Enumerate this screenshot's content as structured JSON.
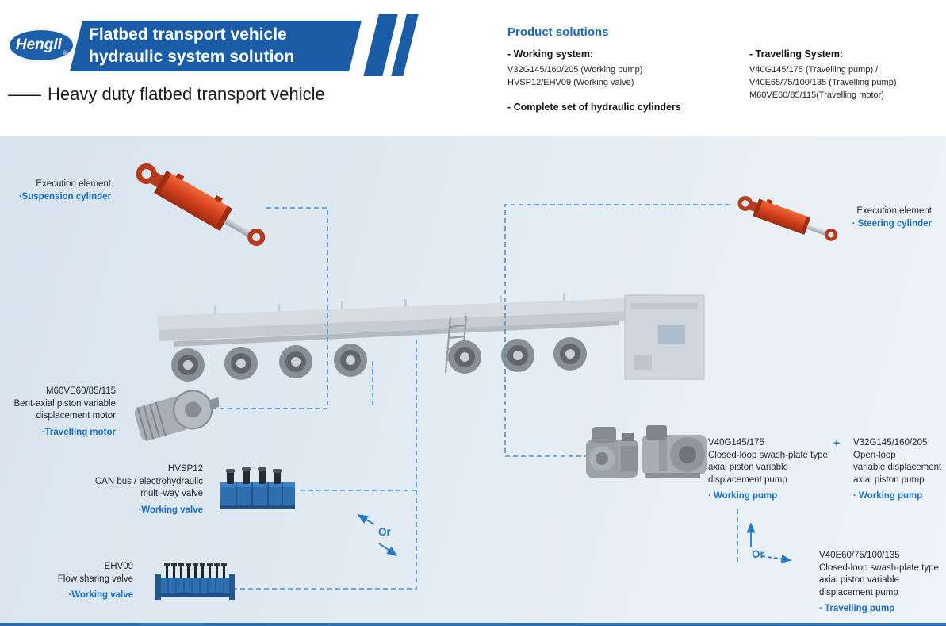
{
  "page": {
    "brand": "Hengli",
    "brand_reg": "®",
    "title_line1": "Flatbed transport vehicle",
    "title_line2": "hydraulic system solution",
    "subtitle_dash": "——",
    "subtitle": "Heavy duty flatbed transport vehicle"
  },
  "solutions": {
    "title": "Product solutions",
    "working": {
      "heading": "- Working system:",
      "lines": [
        "V32G145/160/205 (Working pump)",
        "HVSP12/EHV09 (Working valve)"
      ]
    },
    "complete": "- Complete set of hydraulic cylinders",
    "travelling": {
      "heading": "- Travelling System:",
      "lines": [
        "V40G145/175 (Travelling pump) /",
        "V40E65/75/100/135 (Travelling pump)",
        "M60VE60/85/115(Travelling motor)"
      ]
    }
  },
  "labels": {
    "suspension": {
      "l1": "Execution element",
      "l2": "·Suspension cylinder"
    },
    "steering": {
      "l1": "Execution element",
      "l2": "· Steering cylinder"
    },
    "motor": {
      "l1": "M60VE60/85/115",
      "l2": "Bent-axial piston variable",
      "l3": "displacement motor",
      "l4": "·Travelling motor"
    },
    "hvsp12": {
      "l1": "HVSP12",
      "l2": "CAN bus / electrohydraulic",
      "l3": "multi-way valve",
      "l4": "·Working valve"
    },
    "ehv09": {
      "l1": "EHV09",
      "l2": "Flow sharing valve",
      "l3": "·Working valve"
    },
    "v40g": {
      "l1": "V40G145/175",
      "l2": "Closed-loop swash-plate type",
      "l3": "axial piston variable",
      "l4": "displacement pump",
      "l5": "· Working pump"
    },
    "plus": "+",
    "v32g": {
      "l1": "V32G145/160/205",
      "l2": "Open-loop",
      "l3": "variable displacement",
      "l4": "axial piston pump",
      "l5": "· Working pump"
    },
    "v40e": {
      "l1": "V40E60/75/100/135",
      "l2": "Closed-loop swash-plate type",
      "l3": "axial piston variable",
      "l4": "displacement pump",
      "l5": "· Travelling pump"
    },
    "or_left": "Or",
    "or_right": "Or"
  },
  "colors": {
    "brand_blue": "#1b5ca6",
    "accent_blue": "#1b6ec0",
    "solutions_title_blue": "#1a6ab5",
    "cylinder_red": "#d8431f",
    "valve_blue": "#2f6fb0",
    "dash_line_blue": "#4a90d4",
    "diagram_bg": "#dce8f1",
    "bottom_bar_blue": "#2f6fb5"
  }
}
